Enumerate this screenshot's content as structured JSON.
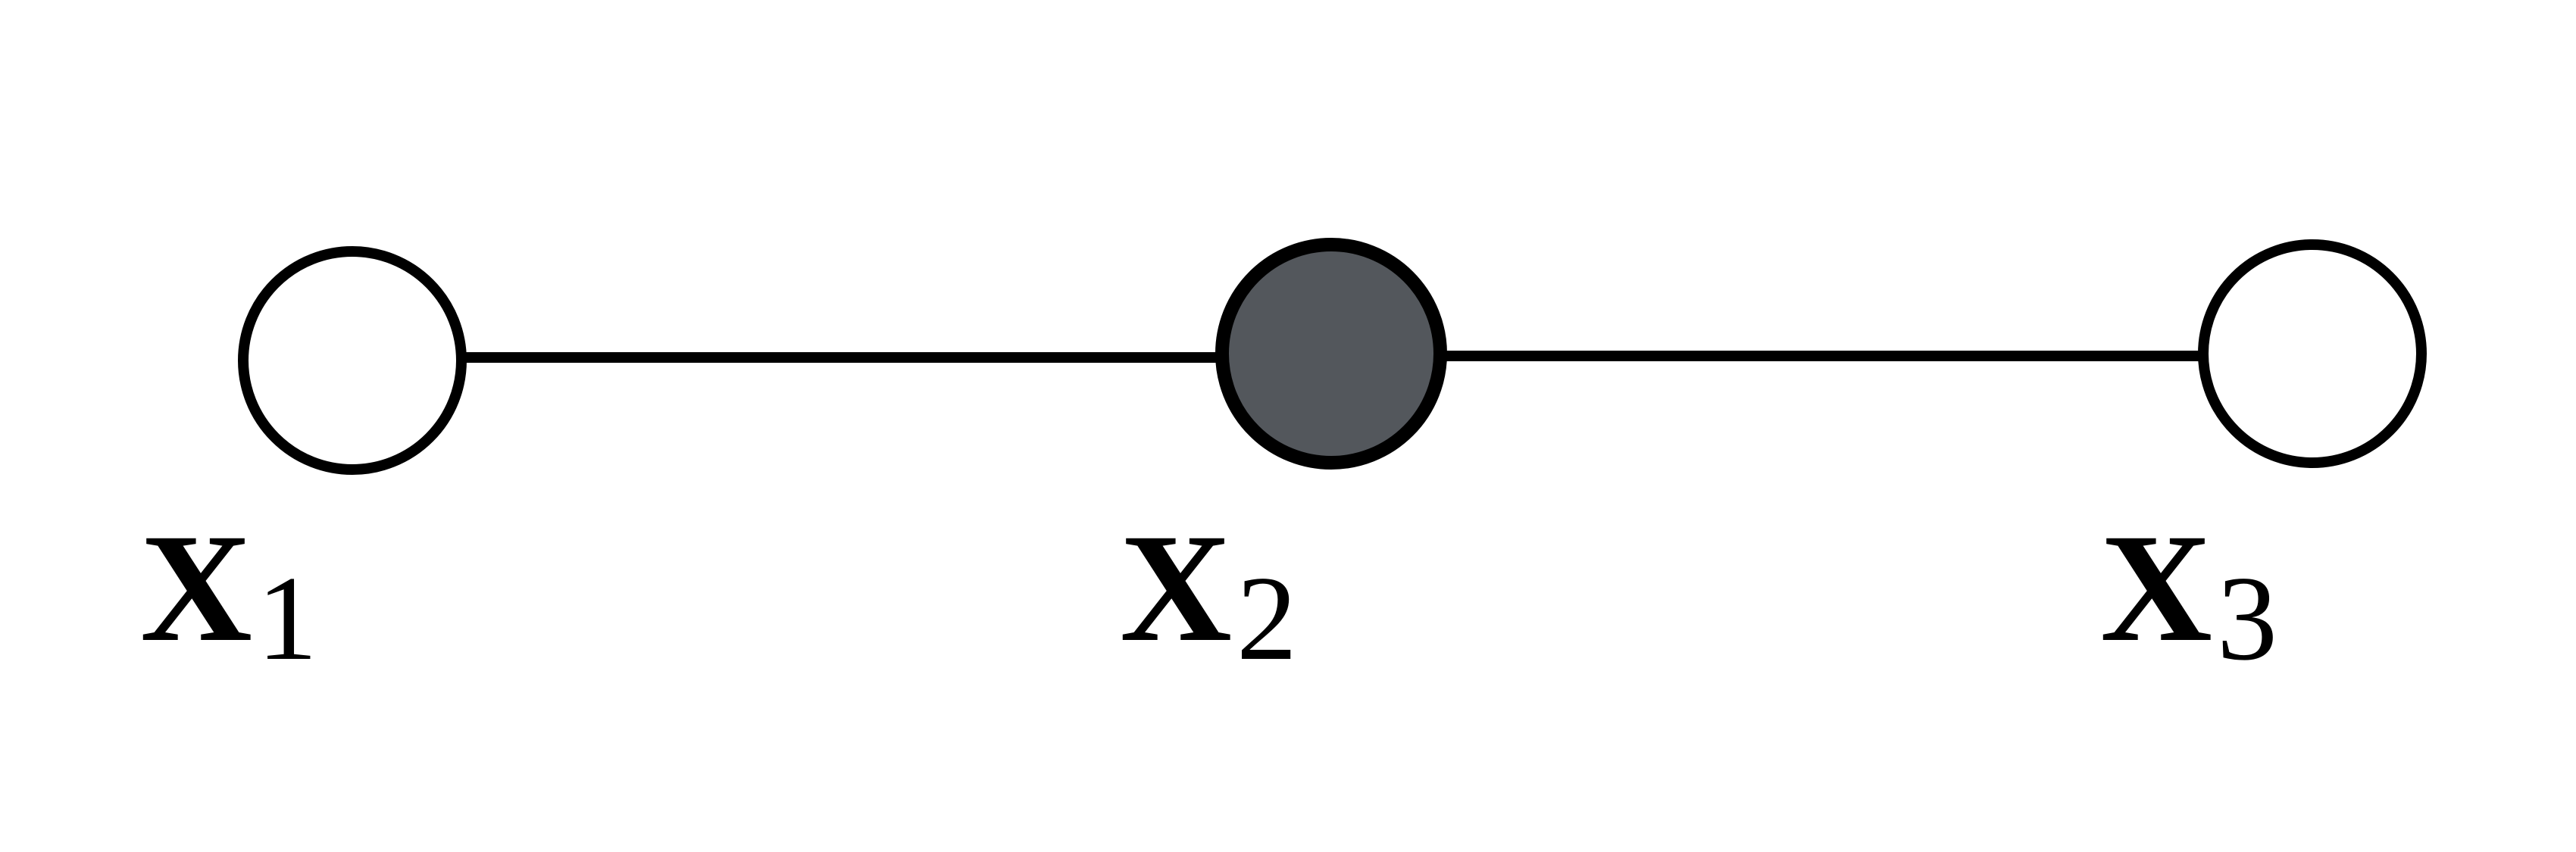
{
  "nodes": [
    {
      "id": "x1",
      "var": "X",
      "sub": "1",
      "observed": false
    },
    {
      "id": "x2",
      "var": "X",
      "sub": "2",
      "observed": true
    },
    {
      "id": "x3",
      "var": "X",
      "sub": "3",
      "observed": false
    }
  ],
  "edges": [
    {
      "from": "x1",
      "to": "x2",
      "directed": false
    },
    {
      "from": "x2",
      "to": "x3",
      "directed": false
    }
  ],
  "colors": {
    "observed_fill": "#53575c",
    "unobserved_fill": "#ffffff",
    "stroke": "#000000"
  }
}
